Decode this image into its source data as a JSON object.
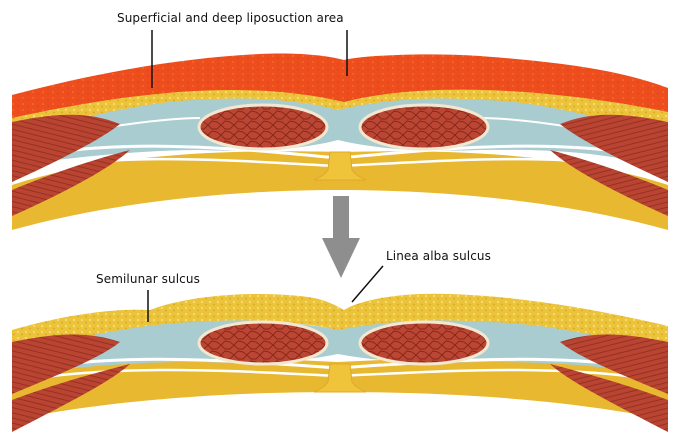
{
  "labels": {
    "liposuction_area": "Superficial and deep liposuction area",
    "semilunar_sulcus": "Semilunar sulcus",
    "linea_alba_sulcus": "Linea alba sulcus"
  },
  "colors": {
    "skin_fat_layer": "#ee4d1e",
    "skin_fat_highlight": "#f77a34",
    "subcutaneous_fat": "#ecc43a",
    "fat_light": "#f5dc86",
    "fascia": "#a9ccd0",
    "muscle": "#bd4a36",
    "muscle_line": "#7a2115",
    "membrane_white": "#ffffff",
    "deep_fat": "#e9b831",
    "arrow": "#8e8e8e"
  },
  "icons": {
    "arrow": "down-arrow-icon"
  }
}
